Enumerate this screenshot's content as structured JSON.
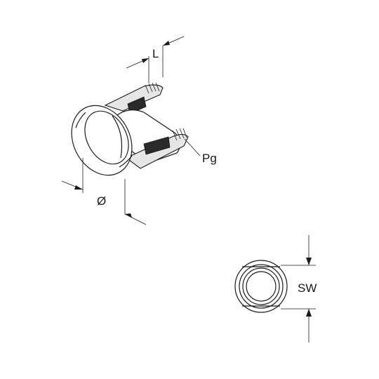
{
  "labels": {
    "length": "L",
    "thread": "Pg",
    "diameter": "Ø",
    "wrench_size": "SW"
  }
}
